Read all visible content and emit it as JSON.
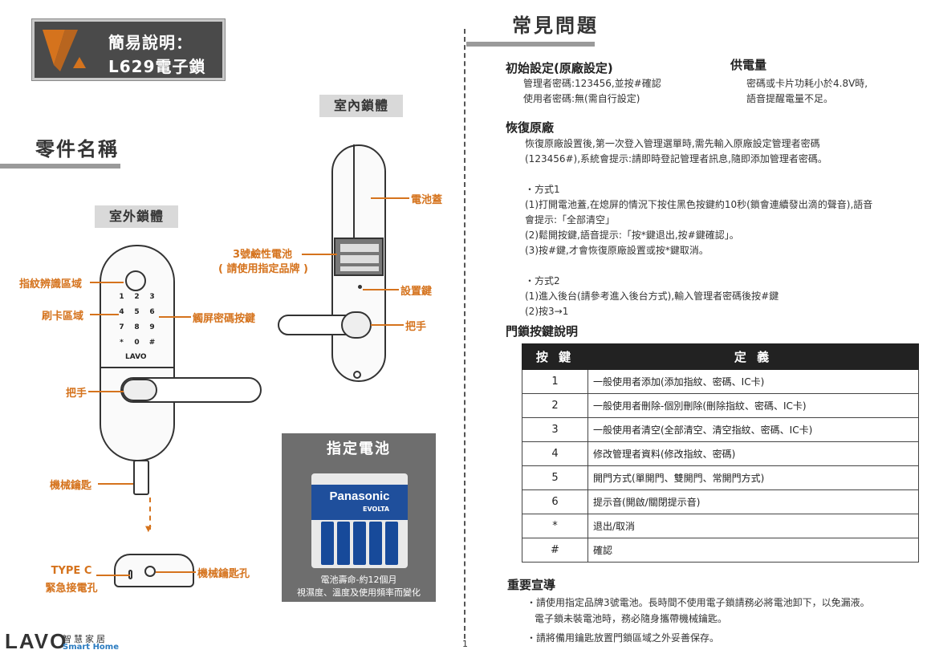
{
  "header": {
    "title_line1": "簡易說明：",
    "title_line2": "L629電子鎖"
  },
  "parts": {
    "section_title": "零件名稱",
    "outdoor_label": "室外鎖體",
    "indoor_label": "室內鎖體",
    "fingerprint": "指紋辨識區域",
    "card": "刷卡區域",
    "touch_keypad": "觸屏密碼按鍵",
    "handle_out": "把手",
    "mech_key": "機械鑰匙",
    "typec_line1": "TYPE C",
    "typec_line2": "緊急接電孔",
    "keyhole": "機械鑰匙孔",
    "battery_line1": "3號鹼性電池",
    "battery_line2": "( 請使用指定品牌 )",
    "battery_cover": "電池蓋",
    "setting_key": "設置鍵",
    "handle_in": "把手",
    "keypad_keys": [
      "1",
      "2",
      "3",
      "4",
      "5",
      "6",
      "7",
      "8",
      "9",
      "*",
      "0",
      "#"
    ],
    "keypad_brand": "LAVO"
  },
  "battery_panel": {
    "title": "指定電池",
    "brand": "Panasonic",
    "model": "EVOLTA",
    "caption_line1": "電池壽命-約12個月",
    "caption_line2": "視濕度、溫度及使用頻率而變化"
  },
  "faq": {
    "title": "常見問題",
    "initial": {
      "head_first": "初",
      "head_rest": "始設定(原廠設定)",
      "line1": "管理者密碼:123456,並按#確認",
      "line2": "使用者密碼:無(需自行設定)"
    },
    "power": {
      "head_first": "供",
      "head_rest": "電量",
      "line1": "密碼或卡片功耗小於4.8V時,",
      "line2": "語音提醒電量不足。"
    },
    "restore": {
      "head_first": "恢",
      "head_rest": "復原廠",
      "p1": "恢復原廠設置後,第一次登入管理選單時,需先輸入原廠設定管理者密碼",
      "p2": "(123456#),系統會提示:請即時登記管理者訊息,隨即添加管理者密碼。",
      "m1_title": "・方式1",
      "m1_l1": "(1)打開電池蓋,在熄屏的情況下按住黑色按鍵約10秒(鎖會連續發出滴的聲音),語音",
      "m1_l2": "會提示:「全部清空」",
      "m1_l3": "(2)鬆開按鍵,語音提示:「按*鍵退出,按#鍵確認」。",
      "m1_l4": "(3)按#鍵,才會恢復原廠設置或按*鍵取消。",
      "m2_title": "・方式2",
      "m2_l1": "(1)進入後台(請參考進入後台方式),輸入管理者密碼後按#鍵",
      "m2_l2": "(2)按3→1"
    },
    "keys_section": {
      "head_first": "門",
      "head_rest": "鎖按鍵說明",
      "col_key": "按 鍵",
      "col_def": "定 義",
      "rows": [
        {
          "key": "1",
          "def": "一般使用者添加(添加指紋、密碼、IC卡)"
        },
        {
          "key": "2",
          "def": "一般使用者刪除-個別刪除(刪除指紋、密碼、IC卡)"
        },
        {
          "key": "3",
          "def": "一般使用者清空(全部清空、清空指紋、密碼、IC卡)"
        },
        {
          "key": "4",
          "def": "修改管理者資料(修改指紋、密碼)"
        },
        {
          "key": "5",
          "def": "開門方式(單開門、雙開門、常開門方式)"
        },
        {
          "key": "6",
          "def": "提示音(開啟/關閉提示音)"
        },
        {
          "key": "*",
          "def": "退出/取消"
        },
        {
          "key": "#",
          "def": "確認"
        }
      ]
    },
    "notice": {
      "head_first": "重",
      "head_rest": "要宣導",
      "l1": "・請使用指定品牌3號電池。長時間不使用電子鎖請務必將電池卸下，以免漏液。",
      "l2": "電子鎖未裝電池時，務必隨身攜帶機械鑰匙。",
      "l3": "・請將備用鑰匙放置門鎖區域之外妥善保存。"
    }
  },
  "footer": {
    "brand": "LAVO",
    "brand_zh": "智慧家居",
    "brand_en": "Smart Home",
    "page": "1"
  },
  "colors": {
    "accent": "#d5731d",
    "accent_light": "#ebaa72",
    "dark": "#4a4a4a",
    "table_head": "#222222"
  }
}
